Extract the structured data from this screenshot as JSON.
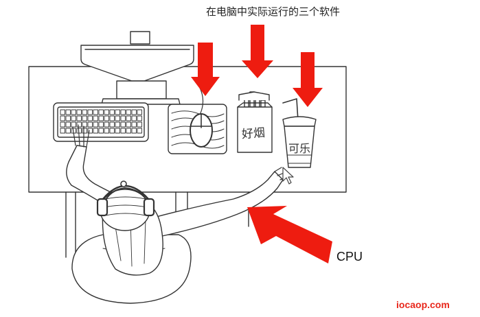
{
  "caption": "在电脑中实际运行的三个软件",
  "cpu_label": "CPU",
  "cigarette_label": "好烟",
  "cola_label": "可乐",
  "watermark": "iocaop.com",
  "colors": {
    "arrow": "#ee1c10",
    "ink": "#333333",
    "watermark": "#e8261a"
  }
}
